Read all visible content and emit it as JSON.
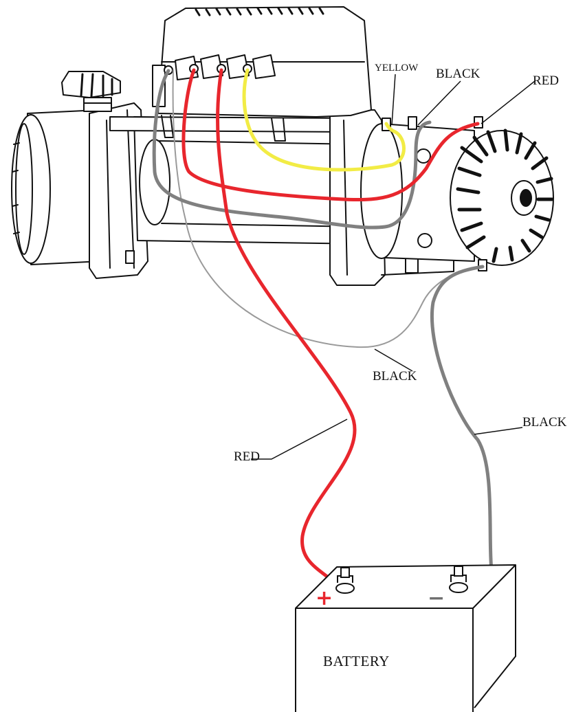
{
  "labels": {
    "yellow_top": "YELLOW",
    "black_top": "BLACK",
    "red_top": "RED",
    "black_middle": "BLACK",
    "black_right": "BLACK",
    "red_lower": "RED",
    "battery": "BATTERY"
  },
  "terminals": {
    "positive": "+",
    "negative": "−"
  },
  "colors": {
    "wire_red": "#e8262d",
    "wire_yellow": "#f2ec45",
    "wire_gray": "#808080",
    "wire_thin_gray": "#9a9a9a",
    "line": "#111111",
    "plus_sign": "#e8262d",
    "minus_sign": "#707070"
  },
  "icons": [
    "winch-drawing",
    "control-box-icon",
    "motor-icon",
    "battery-icon",
    "terminal-post-icon"
  ]
}
